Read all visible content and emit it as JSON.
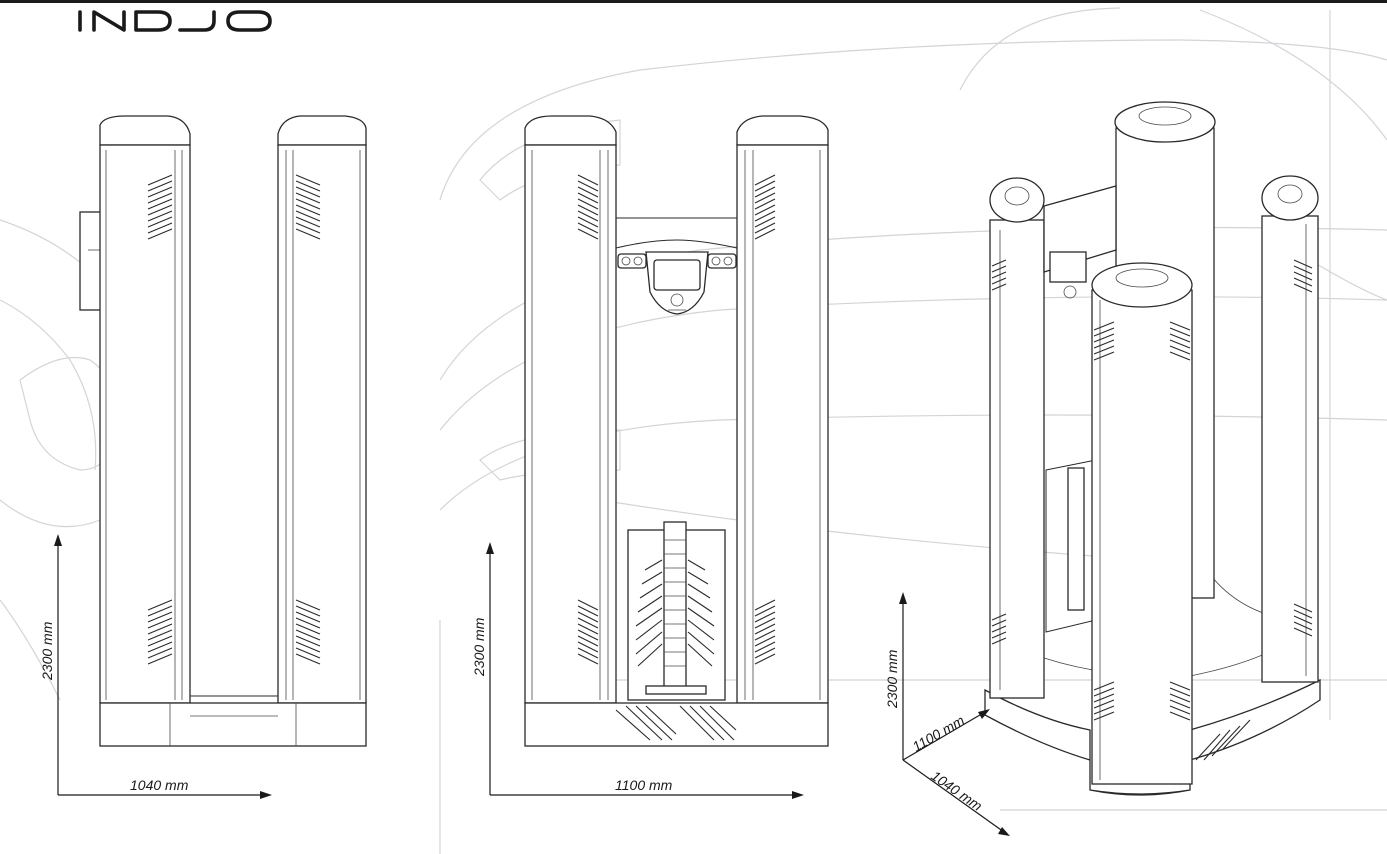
{
  "brand": {
    "name": "INDJO"
  },
  "views": {
    "side": {
      "height_label": "2300 mm",
      "width_label": "1040 mm"
    },
    "front": {
      "height_label": "2300 mm",
      "width_label": "1100 mm"
    },
    "iso": {
      "height_label": "2300 mm",
      "width_label": "1100 mm",
      "depth_label": "1040 mm"
    }
  },
  "colors": {
    "line": "#2a2a2a",
    "background_sketch": "#d2d4d7",
    "top_bar": "#1b1b1b"
  }
}
